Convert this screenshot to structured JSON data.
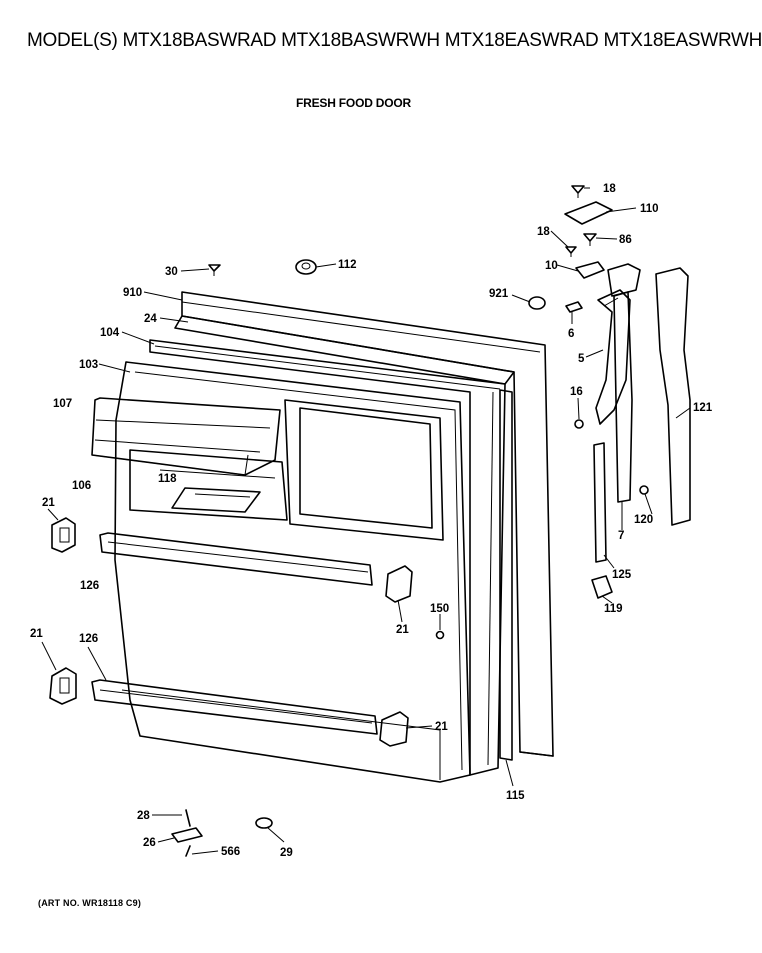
{
  "header": {
    "title": "MODEL(S) MTX18BASWRAD  MTX18BASWRWH  MTX18EASWRAD  MTX18EASWRWH",
    "subtitle": "FRESH FOOD DOOR"
  },
  "footer": {
    "art_number": "(ART NO. WR18118 C9)"
  },
  "callouts": [
    {
      "id": "c18a",
      "text": "18"
    },
    {
      "id": "c110",
      "text": "110"
    },
    {
      "id": "c18b",
      "text": "18"
    },
    {
      "id": "c86",
      "text": "86"
    },
    {
      "id": "c10",
      "text": "10"
    },
    {
      "id": "c30",
      "text": "30"
    },
    {
      "id": "c112",
      "text": "112"
    },
    {
      "id": "c910",
      "text": "910"
    },
    {
      "id": "c921",
      "text": "921"
    },
    {
      "id": "c6",
      "text": "6"
    },
    {
      "id": "c24",
      "text": "24"
    },
    {
      "id": "c104",
      "text": "104"
    },
    {
      "id": "c103",
      "text": "103"
    },
    {
      "id": "c5",
      "text": "5"
    },
    {
      "id": "c107",
      "text": "107"
    },
    {
      "id": "c16",
      "text": "16"
    },
    {
      "id": "c121",
      "text": "121"
    },
    {
      "id": "c118",
      "text": "118"
    },
    {
      "id": "c106",
      "text": "106"
    },
    {
      "id": "c21a",
      "text": "21"
    },
    {
      "id": "c7",
      "text": "7"
    },
    {
      "id": "c120",
      "text": "120"
    },
    {
      "id": "c125",
      "text": "125"
    },
    {
      "id": "c126a",
      "text": "126"
    },
    {
      "id": "c119",
      "text": "119"
    },
    {
      "id": "c150",
      "text": "150"
    },
    {
      "id": "c21b",
      "text": "21"
    },
    {
      "id": "c21c",
      "text": "21"
    },
    {
      "id": "c126b",
      "text": "126"
    },
    {
      "id": "c21d",
      "text": "21"
    },
    {
      "id": "c115",
      "text": "115"
    },
    {
      "id": "c28",
      "text": "28"
    },
    {
      "id": "c26",
      "text": "26"
    },
    {
      "id": "c566",
      "text": "566"
    },
    {
      "id": "c29",
      "text": "29"
    }
  ]
}
